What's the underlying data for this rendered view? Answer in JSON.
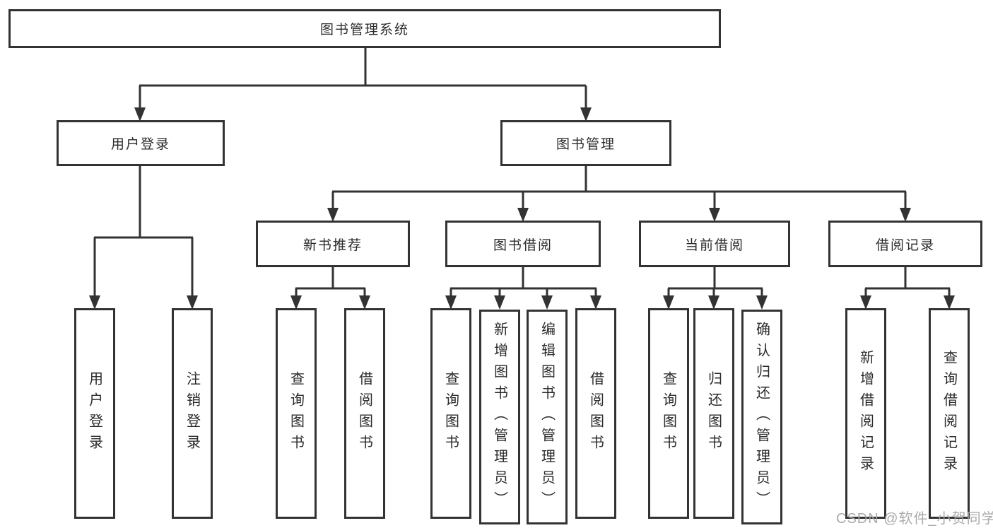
{
  "title": "图书管理系统",
  "tree": {
    "label": "图书管理系统",
    "children": [
      {
        "label": "用户登录",
        "children": [
          {
            "label": "用户登录"
          },
          {
            "label": "注销登录"
          }
        ]
      },
      {
        "label": "图书管理",
        "children": [
          {
            "label": "新书推荐",
            "children": [
              {
                "label": "查询图书"
              },
              {
                "label": "借阅图书"
              }
            ]
          },
          {
            "label": "图书借阅",
            "children": [
              {
                "label": "查询图书"
              },
              {
                "label": "新增图书（管理员）"
              },
              {
                "label": "编辑图书（管理员）"
              },
              {
                "label": "借阅图书"
              }
            ]
          },
          {
            "label": "当前借阅",
            "children": [
              {
                "label": "查询图书"
              },
              {
                "label": "归还图书"
              },
              {
                "label": "确认归还（管理员）"
              }
            ]
          },
          {
            "label": "借阅记录",
            "children": [
              {
                "label": "新增借阅记录"
              },
              {
                "label": "查询借阅记录"
              }
            ]
          }
        ]
      }
    ]
  },
  "watermark": {
    "text": "CSDN @软件_小贺同学"
  },
  "colors": {
    "line": "#333333",
    "box_border": "#333333",
    "box_fill": "#ffffff",
    "text": "#2b2b2b",
    "background": "#ffffff",
    "watermark": "#a6a6a6"
  }
}
